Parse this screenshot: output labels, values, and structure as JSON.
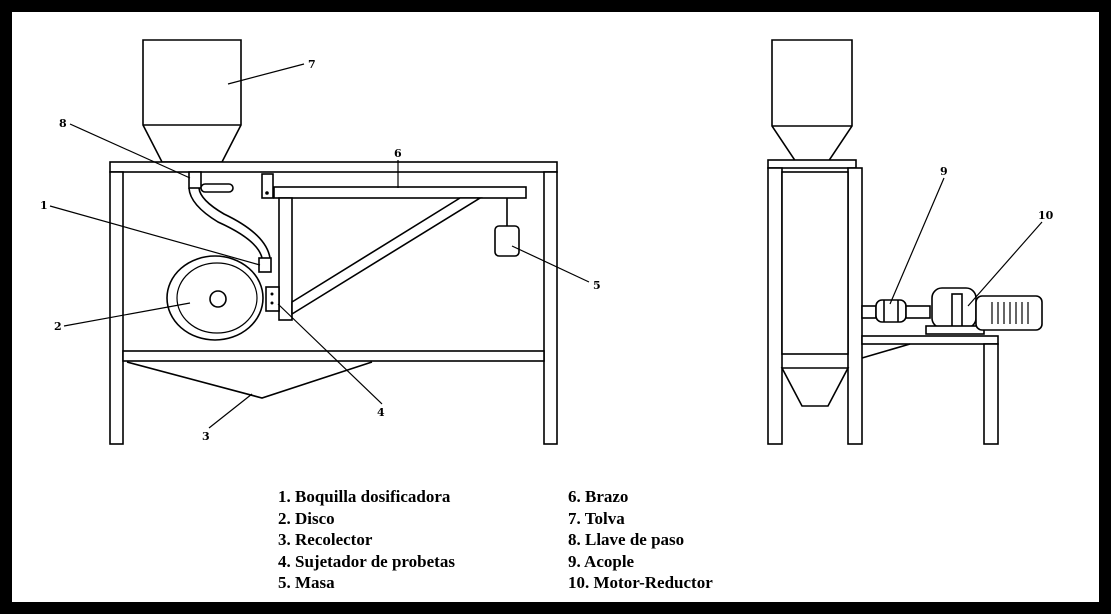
{
  "callouts": {
    "n1": "1",
    "n2": "2",
    "n3": "3",
    "n4": "4",
    "n5": "5",
    "n6": "6",
    "n7": "7",
    "n8": "8",
    "n9": "9",
    "n10": "10"
  },
  "legend": {
    "left": [
      "1. Boquilla dosificadora",
      "2. Disco",
      "3. Recolector",
      "4. Sujetador de probetas",
      "5. Masa"
    ],
    "right": [
      "6. Brazo",
      "7. Tolva",
      "8. Llave de paso",
      "9. Acople",
      "10. Motor-Reductor"
    ]
  }
}
